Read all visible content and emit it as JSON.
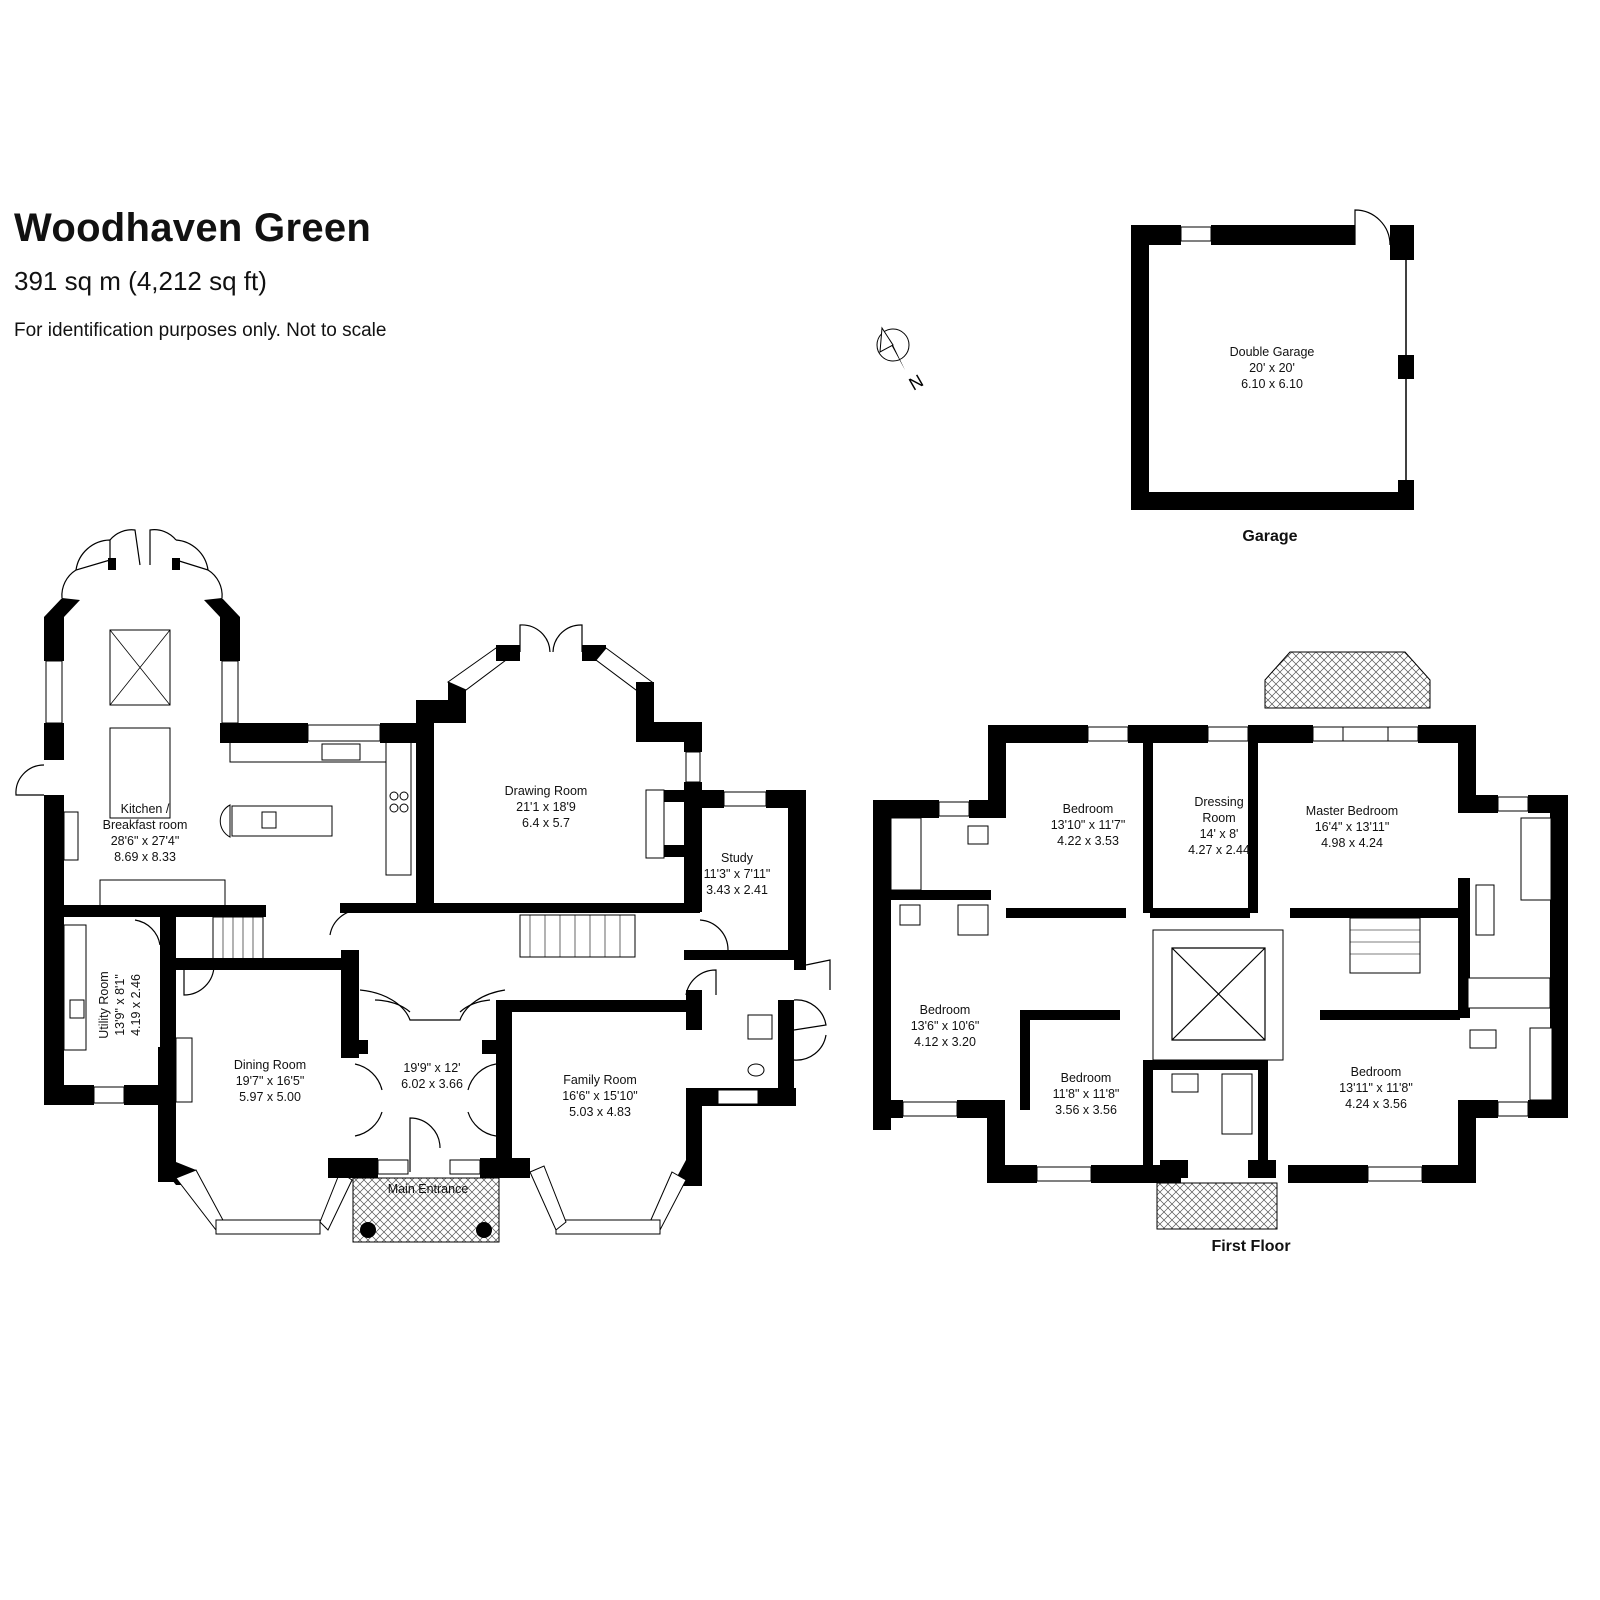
{
  "header": {
    "title": "Woodhaven Green",
    "area": "391 sq m (4,212 sq ft)",
    "disclaimer": "For identification purposes only. Not to scale"
  },
  "compass": {
    "label": "N",
    "icon": "north-arrow-icon"
  },
  "floors": {
    "ground": {
      "rooms": {
        "kitchen": {
          "name": "Kitchen /",
          "name2": "Breakfast room",
          "imperial": "28'6\" x 27'4\"",
          "metric": "8.69 x 8.33"
        },
        "drawing": {
          "name": "Drawing Room",
          "imperial": "21'1 x 18'9",
          "metric": "6.4 x 5.7"
        },
        "study": {
          "name": "Study",
          "imperial": "11'3\" x 7'11\"",
          "metric": "3.43 x 2.41"
        },
        "utility": {
          "name": "Utility Room",
          "imperial": "13'9\" x 8'1\"",
          "metric": "4.19 x 2.46"
        },
        "dining": {
          "name": "Dining Room",
          "imperial": "19'7\" x 16'5\"",
          "metric": "5.97 x 5.00"
        },
        "hall": {
          "imperial": "19'9\" x 12'",
          "metric": "6.02 x 3.66"
        },
        "family": {
          "name": "Family Room",
          "imperial": "16'6\" x 15'10\"",
          "metric": "5.03 x 4.83"
        },
        "entrance": {
          "name": "Main Entrance"
        }
      }
    },
    "first": {
      "caption": "First Floor",
      "rooms": {
        "bed_nw": {
          "name": "Bedroom",
          "imperial": "13'10\" x 11'7\"",
          "metric": "4.22 x 3.53"
        },
        "dressing": {
          "name": "Dressing",
          "name2": "Room",
          "imperial": "14' x 8'",
          "metric": "4.27 x 2.44"
        },
        "master": {
          "name": "Master Bedroom",
          "imperial": "16'4\" x 13'11\"",
          "metric": "4.98 x 4.24"
        },
        "bed_w": {
          "name": "Bedroom",
          "imperial": "13'6\" x 10'6\"",
          "metric": "4.12 x 3.20"
        },
        "bed_sw": {
          "name": "Bedroom",
          "imperial": "11'8\" x 11'8\"",
          "metric": "3.56 x 3.56"
        },
        "bed_se": {
          "name": "Bedroom",
          "imperial": "13'11\" x 11'8\"",
          "metric": "4.24 x 3.56"
        }
      }
    },
    "garage": {
      "caption": "Garage",
      "rooms": {
        "double": {
          "name": "Double Garage",
          "imperial": "20' x 20'",
          "metric": "6.10 x 6.10"
        }
      }
    }
  }
}
